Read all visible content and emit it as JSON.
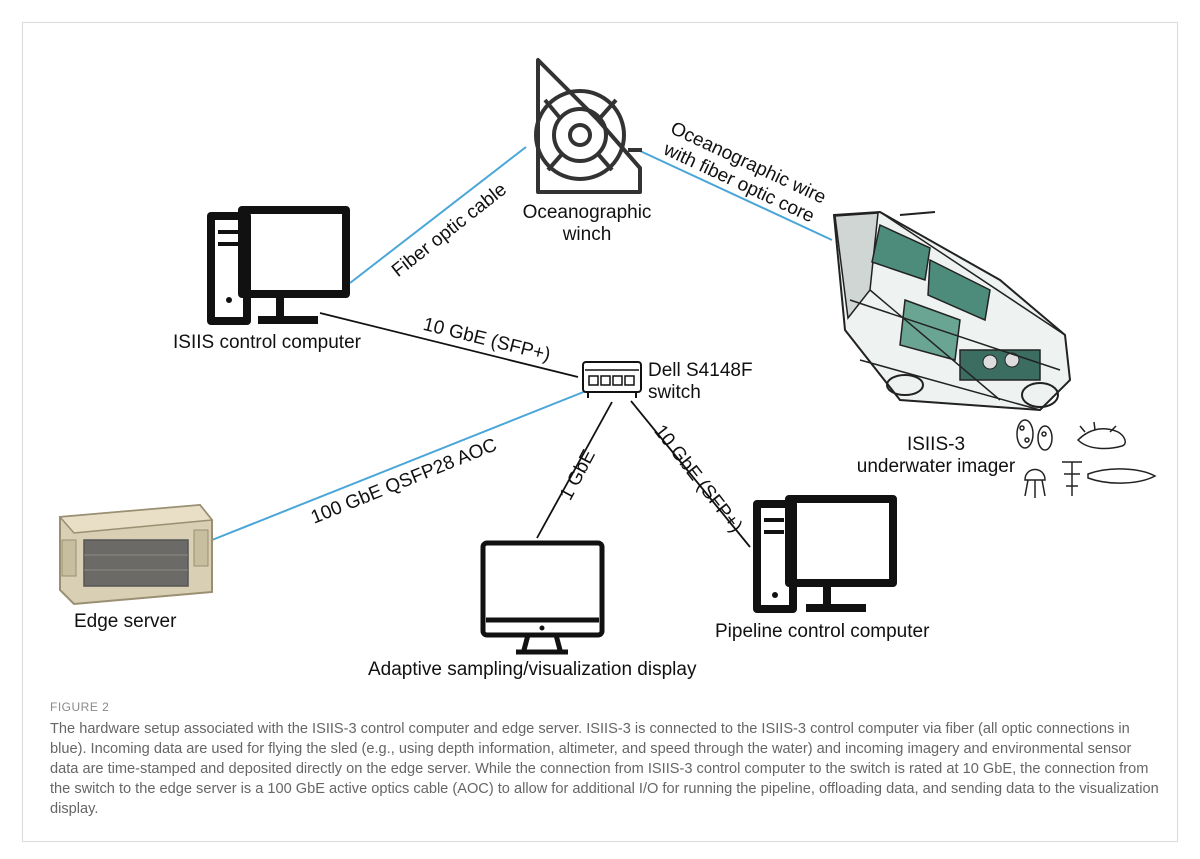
{
  "nodes": {
    "winch": "Oceanographic\nwinch",
    "control_computer": "ISIIS control computer",
    "switch": "Dell S4148F\nswitch",
    "imager": "ISIIS-3\nunderwater imager",
    "edge_server": "Edge server",
    "display": "Adaptive sampling/visualization display",
    "pipeline_computer": "Pipeline control computer"
  },
  "links": {
    "fiber": "Fiber optic cable",
    "ocean_wire": "Oceanographic wire\nwith fiber optic core",
    "ctrl_switch": "10 GbE (SFP+)",
    "switch_edge": "100 GbE QSFP28 AOC",
    "switch_display": "1 GbE",
    "switch_pipeline": "10 GbE (SFP+)"
  },
  "colors": {
    "optic": "#4aa6d9",
    "copper": "#111111"
  },
  "figure": {
    "label": "FIGURE 2",
    "caption": "The hardware setup associated with the ISIIS-3 control computer and edge server. ISIIS-3 is connected to the ISIIS-3 control computer via fiber (all optic connections in blue). Incoming data are used for flying the sled (e.g., using depth information, altimeter, and speed through the water) and incoming imagery and environmental sensor data are time-stamped and deposited directly on the edge server. While the connection from ISIIS-3 control computer to the switch is rated at 10 GbE, the connection from the switch to the edge server is a 100 GbE active optics cable (AOC) to allow for additional I/O for running the pipeline, offloading data, and sending data to the visualization display."
  }
}
